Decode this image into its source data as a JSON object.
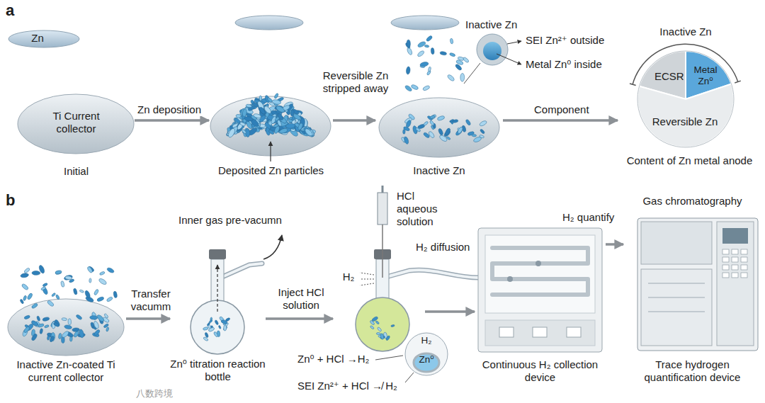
{
  "diagram": {
    "nodes": [
      {
        "text": [
          "Zn"
        ]
      },
      {
        "text": [
          "Ti Current collector",
          "Initial"
        ]
      },
      {
        "text": [
          "Deposited Zn particles"
        ]
      },
      {
        "text": [
          "Inactive Zn"
        ]
      },
      {
        "text": [
          "ECSR",
          "Metal Zn⁰",
          "Reversible Zn",
          "Content of Zn metal anode"
        ]
      },
      {
        "text": [
          "Inactive Zn-coated Ti current collector"
        ]
      },
      {
        "text": [
          "Zn⁰ titration reaction bottle"
        ]
      },
      {
        "text": [
          "H₂"
        ]
      },
      {
        "text": [
          "H₂",
          "Zn⁰"
        ]
      },
      {
        "text": [
          "Continuous H₂ collection device"
        ]
      },
      {
        "text": [
          "Gas chromatography",
          "Trace hydrogen quantification device"
        ]
      }
    ],
    "edges": [
      {
        "from": 1,
        "to": 2,
        "arrow": "to",
        "label": "Zn deposition"
      },
      {
        "from": 2,
        "to": 3,
        "arrow": "to",
        "label": "Reversible Zn stripped away"
      },
      {
        "from": 3,
        "to": 4,
        "arrow": "to",
        "label": "Component"
      },
      {
        "from": 5,
        "to": 6,
        "arrow": "to",
        "label": "Transfer vacumm"
      },
      {
        "from": 6,
        "to": 7,
        "arrow": "to",
        "label": "Inject HCl solution"
      },
      {
        "from": 7,
        "to": 9,
        "arrow": "to"
      },
      {
        "from": 9,
        "to": 10,
        "arrow": "to",
        "label": "H₂ quantify"
      }
    ],
    "labels": [
      "a",
      "Inactive Zn",
      "SEI Zn²⁺ outside",
      "Metal Zn⁰ inside",
      "Inactive Zn",
      "b",
      "Inner gas pre-vacumn",
      "HCl aqueous solution",
      "H₂ diffusion",
      "Zn⁰ + HCl →H₂",
      "SEI Zn²⁺ + HCl ↛ H₂",
      "八数跨境"
    ]
  }
}
